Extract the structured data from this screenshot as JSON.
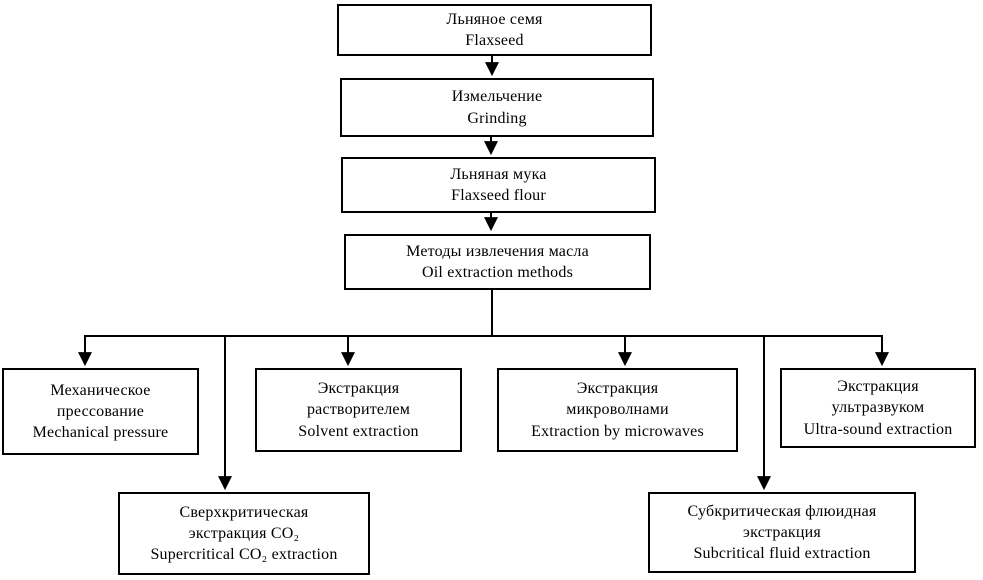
{
  "colors": {
    "background": "#ffffff",
    "box_fill": "#ffffff",
    "box_border": "#000000",
    "line": "#000000",
    "text": "#000000"
  },
  "nodes": {
    "flaxseed": {
      "lines": [
        "Льняное семя",
        "Flaxseed"
      ]
    },
    "grinding": {
      "lines": [
        "Измельчение",
        "Grinding"
      ]
    },
    "flaxseed_flour": {
      "lines": [
        "Льняная мука",
        "Flaxseed flour"
      ]
    },
    "oil_extraction_methods": {
      "lines": [
        "Методы извлечения масла",
        "Oil extraction methods"
      ]
    },
    "mechanical_pressure": {
      "lines": [
        "Механическое",
        "прессование",
        "Mechanical pressure"
      ]
    },
    "solvent_extraction": {
      "lines": [
        "Экстракция",
        "растворителем",
        "Solvent extraction"
      ]
    },
    "microwave_extraction": {
      "lines": [
        "Экстракция",
        "микроволнами",
        "Extraction by microwaves"
      ]
    },
    "ultrasound_extraction": {
      "lines": [
        "Экстракция",
        "ультразвуком",
        "Ultra-sound extraction"
      ]
    },
    "supercritical_co2_extraction": {
      "lines": [
        "Сверхкритическая",
        "экстракция CO₂",
        "Supercritical CO₂ extraction"
      ]
    },
    "subcritical_fluid_extraction": {
      "lines": [
        "Субкритическая флюидная",
        "экстракция",
        "Subcritical fluid extraction"
      ]
    }
  },
  "edges": [
    {
      "from": "flaxseed",
      "to": "grinding"
    },
    {
      "from": "grinding",
      "to": "flaxseed_flour"
    },
    {
      "from": "flaxseed_flour",
      "to": "oil_extraction_methods"
    },
    {
      "from": "oil_extraction_methods",
      "to": "mechanical_pressure"
    },
    {
      "from": "oil_extraction_methods",
      "to": "solvent_extraction"
    },
    {
      "from": "oil_extraction_methods",
      "to": "microwave_extraction"
    },
    {
      "from": "oil_extraction_methods",
      "to": "ultrasound_extraction"
    },
    {
      "from": "oil_extraction_methods",
      "to": "supercritical_co2_extraction"
    },
    {
      "from": "oil_extraction_methods",
      "to": "subcritical_fluid_extraction"
    }
  ]
}
